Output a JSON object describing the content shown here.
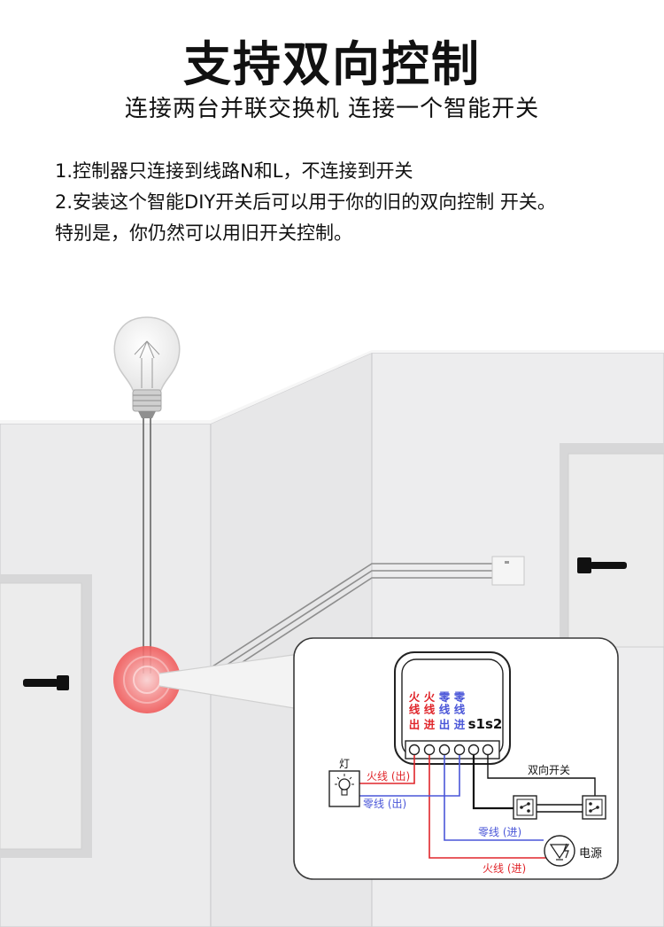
{
  "header": {
    "title": "支持双向控制",
    "subtitle": "连接两台并联交换机 连接一个智能开关"
  },
  "notes": [
    "1.控制器只连接到线路N和L，不连接到开关",
    "2.安装这个智能DIY开关后可以用于你的旧的双向控制 开关。",
    "特别是，你仍然可以用旧开关控制。"
  ],
  "module": {
    "terminals": [
      {
        "top": "火",
        "mid": "线",
        "bot": "出",
        "color": "#e0262b"
      },
      {
        "top": "火",
        "mid": "线",
        "bot": "进",
        "color": "#e0262b"
      },
      {
        "top": "零",
        "mid": "线",
        "bot": "出",
        "color": "#4a56d8"
      },
      {
        "top": "零",
        "mid": "线",
        "bot": "进",
        "color": "#4a56d8"
      }
    ],
    "s_label": "s1s2"
  },
  "wiring": {
    "lamp_label": "灯",
    "live_out": "火线 (出)",
    "neutral_out": "零线 (出)",
    "two_way_switch": "双向开关",
    "neutral_in": "零线 (进)",
    "power": "电源",
    "live_in": "火线 (进)"
  },
  "colors": {
    "live": "#e0262b",
    "neutral": "#4a56d8",
    "wall": "#ebebec",
    "highlight": "#f46a6a"
  }
}
